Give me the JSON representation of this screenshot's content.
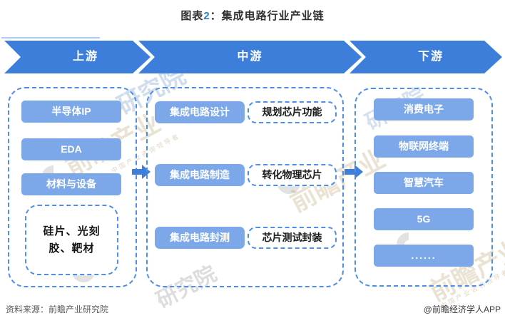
{
  "title": {
    "prefix": "图表",
    "figure_number": "2",
    "suffix": "：集成电路行业产业链"
  },
  "stages": {
    "upstream_label": "上游",
    "midstream_label": "中游",
    "downstream_label": "下游"
  },
  "upstream": {
    "boxes": [
      "半导体IP",
      "EDA",
      "材料与设备"
    ],
    "detail_lines": [
      "硅片、光刻",
      "胶、靶材"
    ]
  },
  "midstream": {
    "rows": [
      {
        "label": "集成电路设计",
        "desc": "规划芯片功能"
      },
      {
        "label": "集成电路制造",
        "desc": "转化物理芯片"
      },
      {
        "label": "集成电路封测",
        "desc": "芯片测试封装"
      }
    ]
  },
  "downstream": {
    "boxes": [
      "消费电子",
      "物联网终端",
      "智慧汽车",
      "5G",
      "......"
    ]
  },
  "footer": {
    "source": "资料来源：前瞻产业研究院",
    "credit": "@前瞻经济学人APP"
  },
  "watermarks": {
    "w1": "研究院",
    "w2": "前瞻产业",
    "w3": "前瞻产业",
    "w4": "研究院",
    "w5": "研究院",
    "w6": "前瞻产业",
    "small_text": "中国产业咨询领导者"
  },
  "colors": {
    "chevron_blue": "#3D7EDB",
    "box_blue": "#7CA8E9",
    "dashed_blue": "#4E8EE8",
    "title_number_blue": "#2E80C0"
  }
}
